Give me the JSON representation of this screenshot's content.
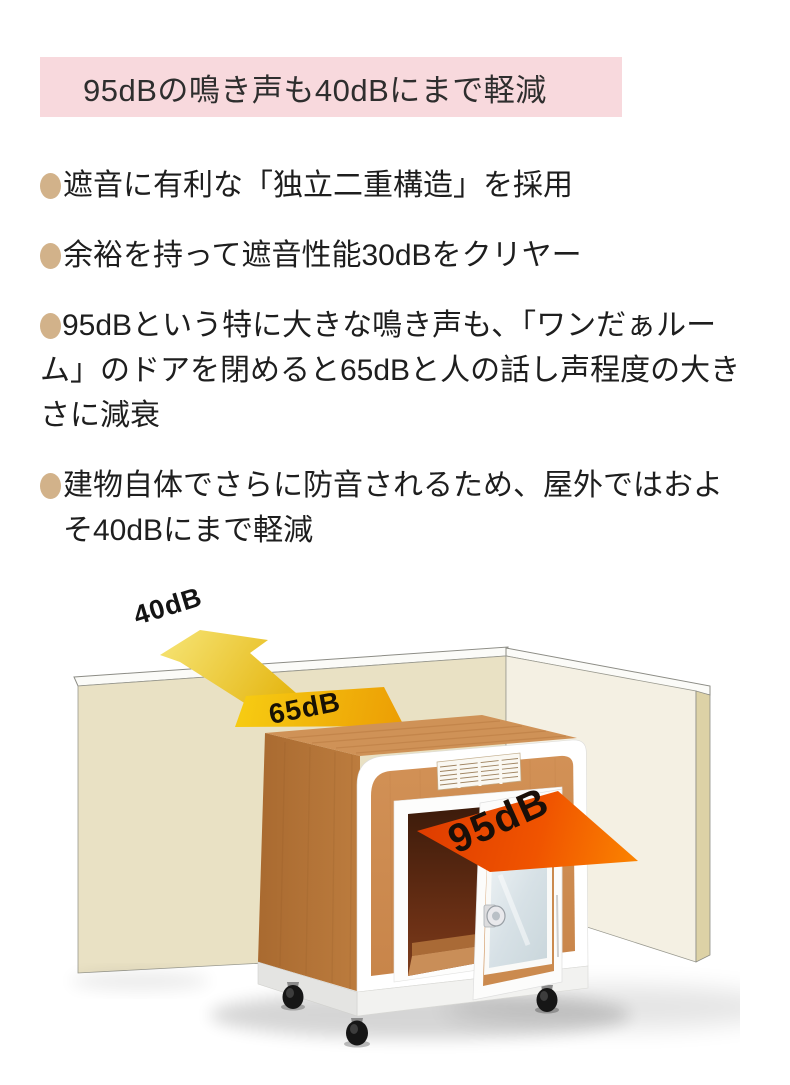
{
  "header": {
    "title": "95dBの鳴き声も40dBにまで軽減",
    "bg_color": "#f8d9dd",
    "text_color": "#2e2e2e"
  },
  "bullets": {
    "marker_color": "#d2b28a",
    "items": [
      {
        "text": "遮音に有利な「独立二重構造」を採用"
      },
      {
        "text": "余裕を持って遮音性能30dBをクリヤー"
      },
      {
        "text": "95dBという特に大きな鳴き声も、「ワンだぁルーム」のドアを閉めると65dBと人の話し声程度の大きさに減衰"
      },
      {
        "text": "建物自体でさらに防音されるため、屋外ではおよそ40dBにまで軽減"
      }
    ]
  },
  "illustration": {
    "labels": {
      "outdoor_level": "40dB",
      "behind_wall_level": "65dB",
      "inside_level": "95dB"
    },
    "colors": {
      "arrow_yellow": "#e8ba00",
      "banner_65_yellow": "#f2b90d",
      "banner_95_orange": "#f05400",
      "wall_cream": "#e9e1c4",
      "house_wood": "#cd8d51",
      "trim_white": "#ffffff"
    }
  }
}
